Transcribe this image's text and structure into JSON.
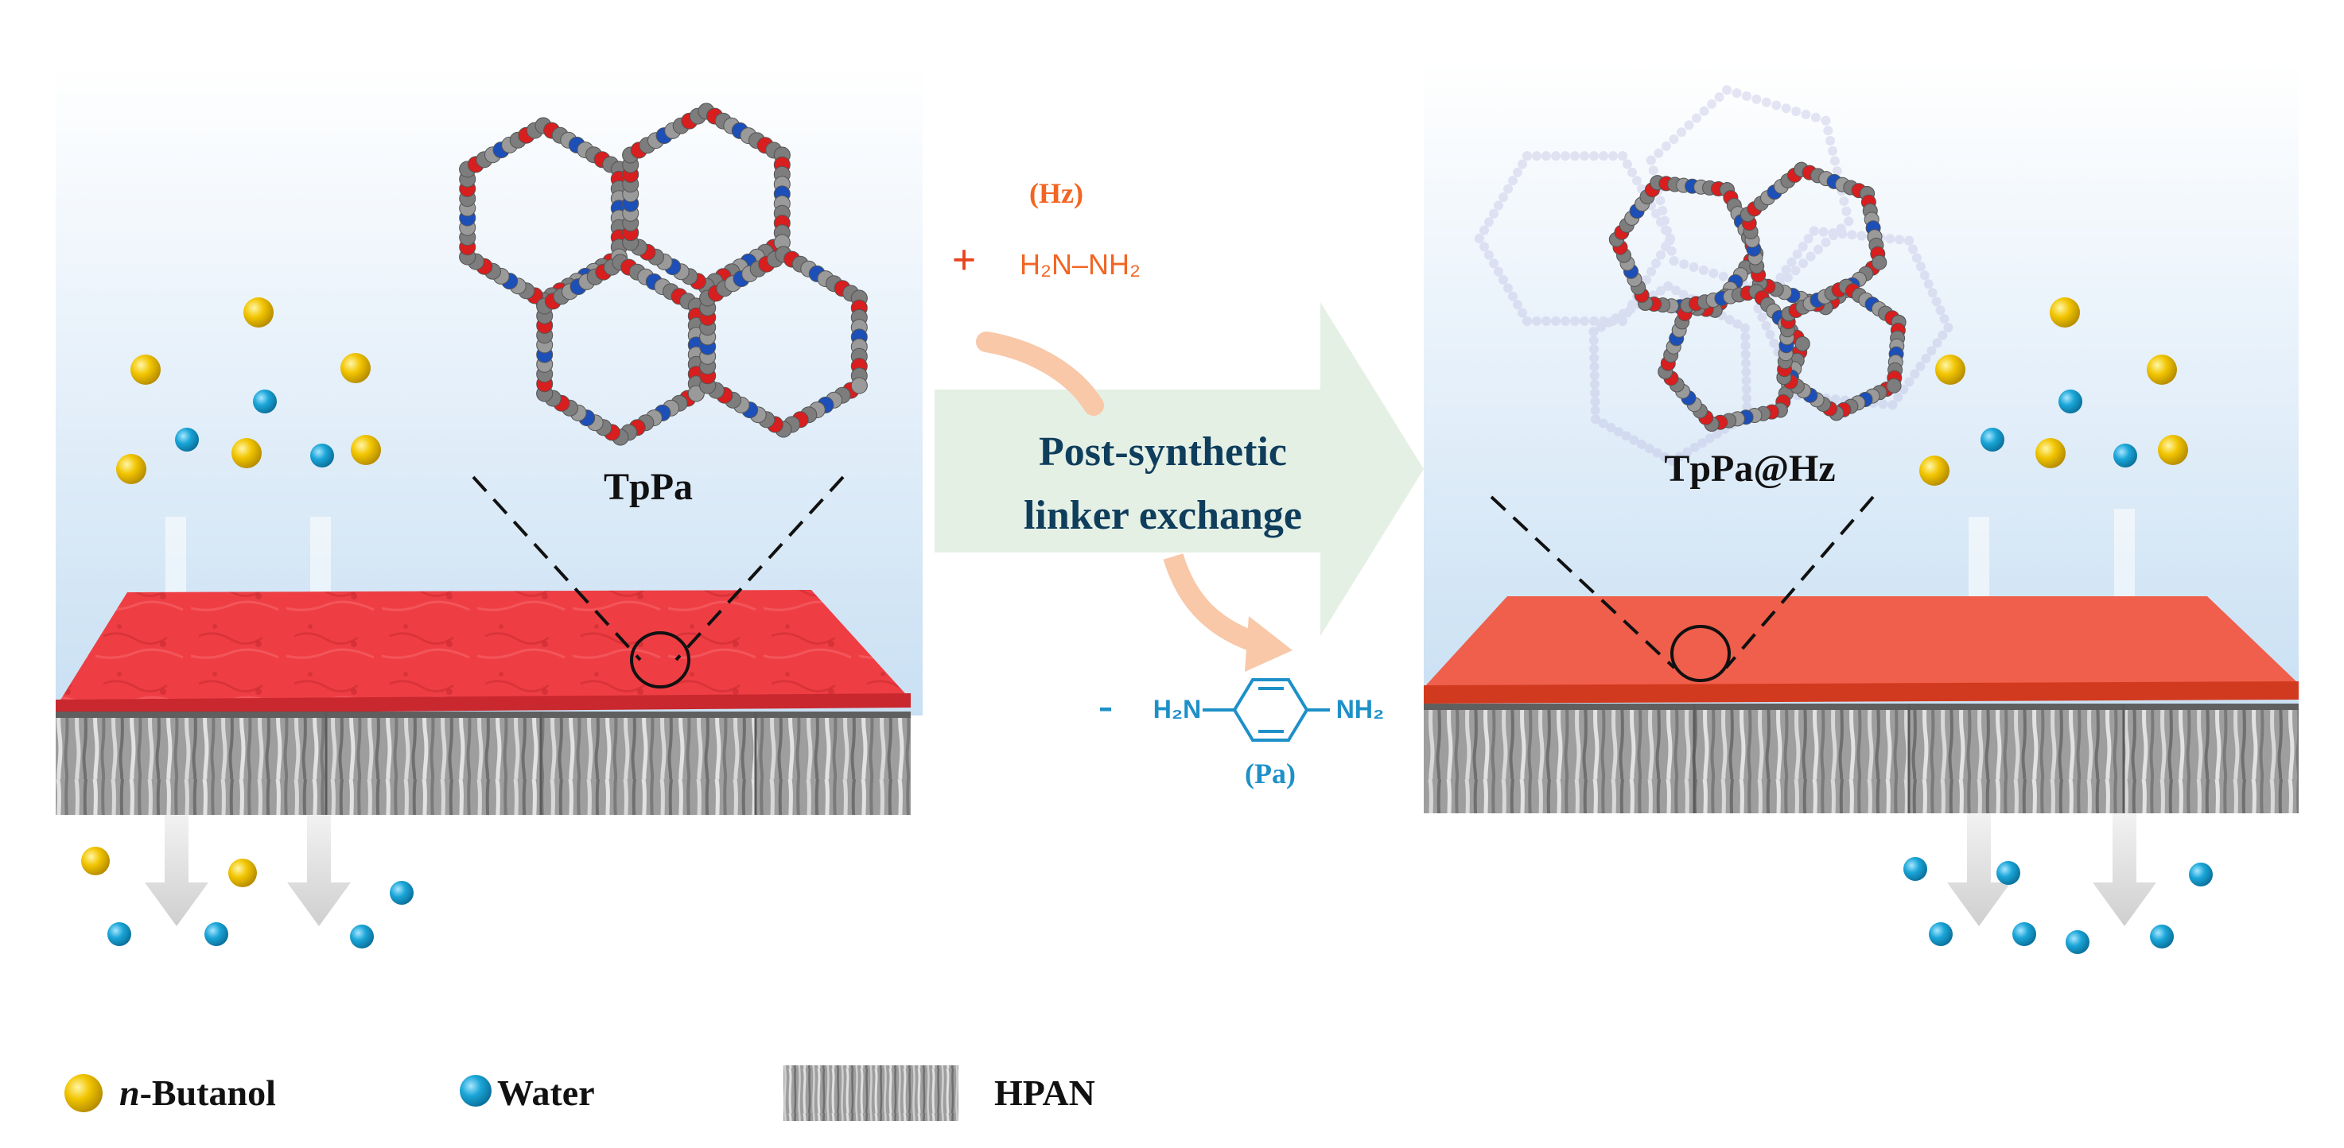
{
  "left_panel": {
    "title": "TpPa"
  },
  "right_panel": {
    "title": "TpPa@Hz"
  },
  "process": {
    "arrow_label_line1": "Post-synthetic",
    "arrow_label_line2": "linker exchange",
    "add_sign": "+",
    "add_abbrev": "(Hz)",
    "add_formula": "H₂N–NH₂",
    "remove_sign": "-",
    "remove_abbrev": "(Pa)",
    "remove_formula_left": "H₂N",
    "remove_formula_right": "NH₂"
  },
  "legend": [
    {
      "label_prefix": "n",
      "label": "-Butanol",
      "color": "#f2c500"
    },
    {
      "label_prefix": "",
      "label": "Water",
      "color": "#1aa6d8"
    },
    {
      "label_prefix": "",
      "label": "HPAN",
      "color": "#a5a5a5"
    }
  ],
  "colors": {
    "butanol": "#f2c500",
    "water": "#1aa6d8",
    "tppa_layer": "#ee3e44",
    "tppa_hz_layer": "#ef5a48",
    "hz_color": "#f26522",
    "pa_color": "#1e90c8",
    "arrow_fill": "#e4efe4",
    "arrow_text": "#0f3d5c"
  }
}
